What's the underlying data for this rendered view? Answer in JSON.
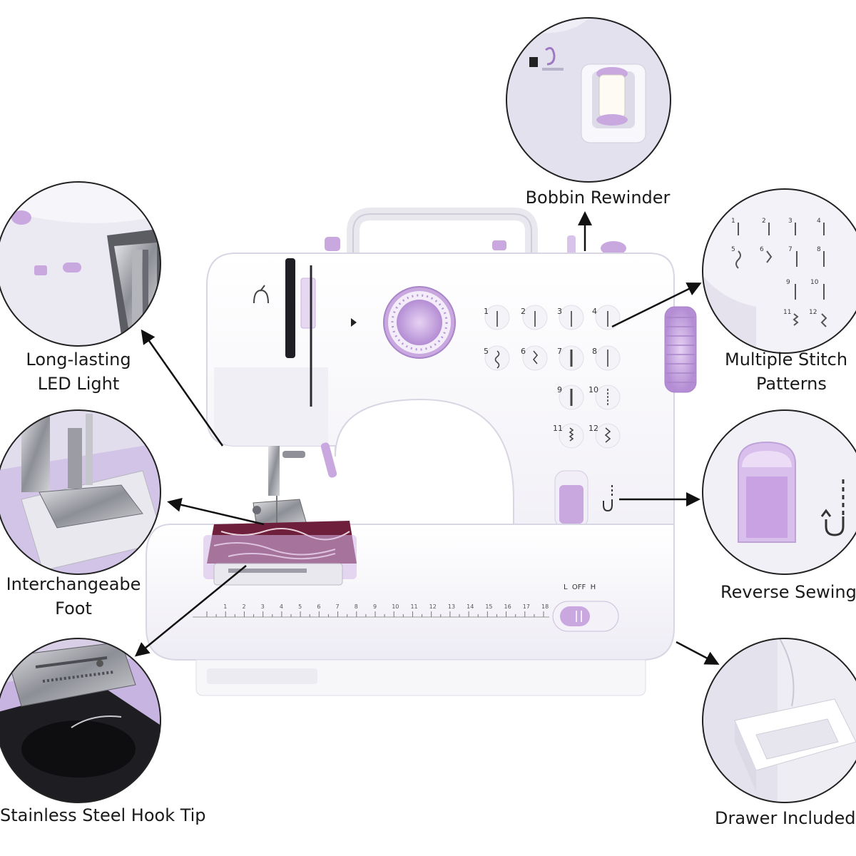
{
  "callouts": {
    "bobbin": "Bobbin Rewinder",
    "led_line1": "Long-lasting",
    "led_line2": "LED Light",
    "stitch_line1": "Multiple Stitch",
    "stitch_line2": "Patterns",
    "foot_line1": "Interchangeabe",
    "foot_line2": "Foot",
    "reverse": "Reverse Sewing",
    "hook": "Stainless Steel Hook Tip",
    "drawer": "Drawer Included"
  },
  "machine": {
    "switch_label": "L  OFF  H",
    "stitch_numbers": [
      "1",
      "2",
      "3",
      "4",
      "5",
      "6",
      "7",
      "8",
      "9",
      "10",
      "11",
      "12"
    ],
    "ruler_numbers": [
      "1",
      "2",
      "3",
      "4",
      "5",
      "6",
      "7",
      "8",
      "9",
      "10",
      "11",
      "12",
      "13",
      "14",
      "15",
      "16",
      "17",
      "18"
    ]
  },
  "colors": {
    "accent": "#c9a8e0",
    "accent_dark": "#9e78c2",
    "body": "#f7f6fb",
    "outline": "#d9d6e3"
  }
}
